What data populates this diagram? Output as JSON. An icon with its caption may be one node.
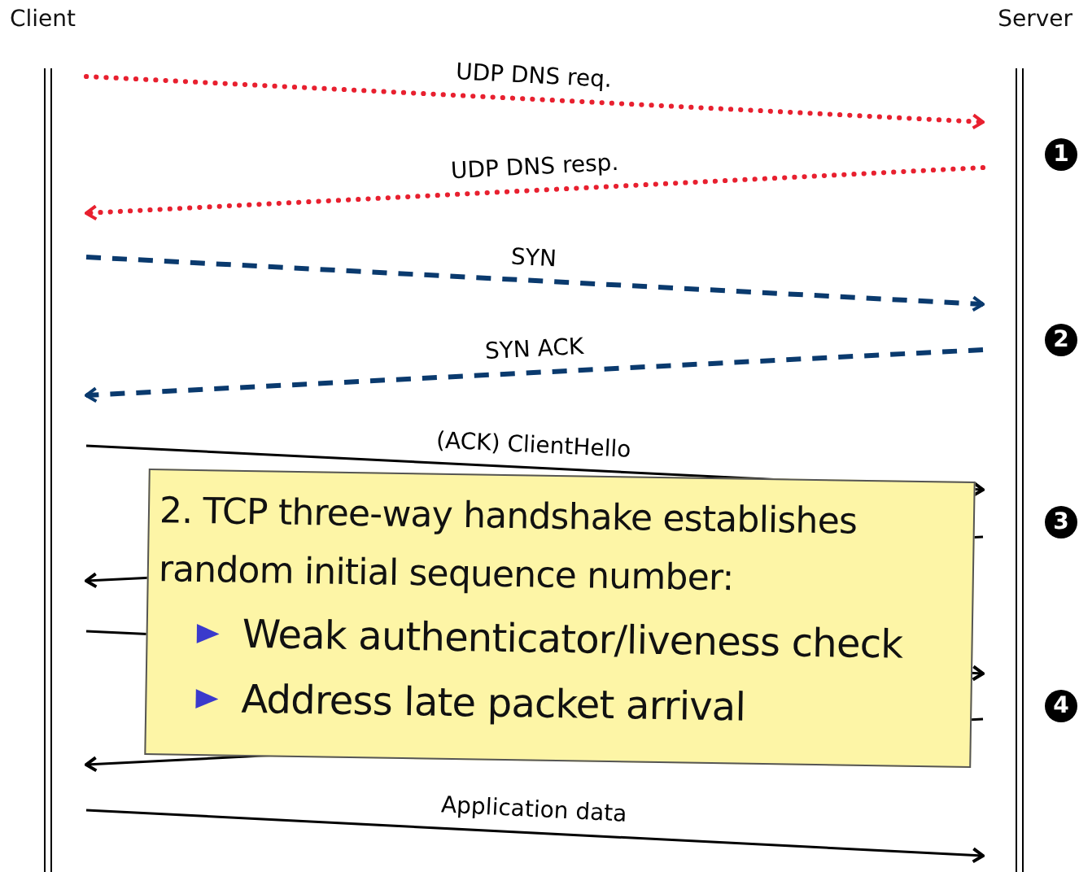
{
  "diagram": {
    "nodes": [
      {
        "text": [
          "Client"
        ]
      },
      {
        "text": [
          "Server"
        ]
      }
    ],
    "edges": [
      {
        "from": 0,
        "to": 1,
        "arrow": "to",
        "label": "UDP DNS req.",
        "style": "dashed",
        "color": "#e8202f"
      },
      {
        "from": 1,
        "to": 0,
        "arrow": "to",
        "label": "UDP DNS resp.",
        "style": "dashed",
        "color": "#e8202f"
      },
      {
        "from": 0,
        "to": 1,
        "arrow": "to",
        "label": "SYN",
        "style": "dashed",
        "color": "#0a3a6e"
      },
      {
        "from": 1,
        "to": 0,
        "arrow": "to",
        "label": "SYN ACK",
        "style": "dashed",
        "color": "#0a3a6e"
      },
      {
        "from": 0,
        "to": 1,
        "arrow": "to",
        "label": "(ACK) ClientHello"
      },
      {
        "from": 1,
        "to": 0,
        "arrow": "to"
      },
      {
        "from": 0,
        "to": 1,
        "arrow": "to"
      },
      {
        "from": 1,
        "to": 0,
        "arrow": "to"
      },
      {
        "from": 0,
        "to": 1,
        "arrow": "to",
        "label": "Application data"
      }
    ],
    "labels": [
      "1",
      "2",
      "2. TCP three-way handshake establishes random initial sequence number:",
      "3",
      "Weak authenticator/liveness check",
      "4",
      "Address late packet arrival"
    ]
  }
}
